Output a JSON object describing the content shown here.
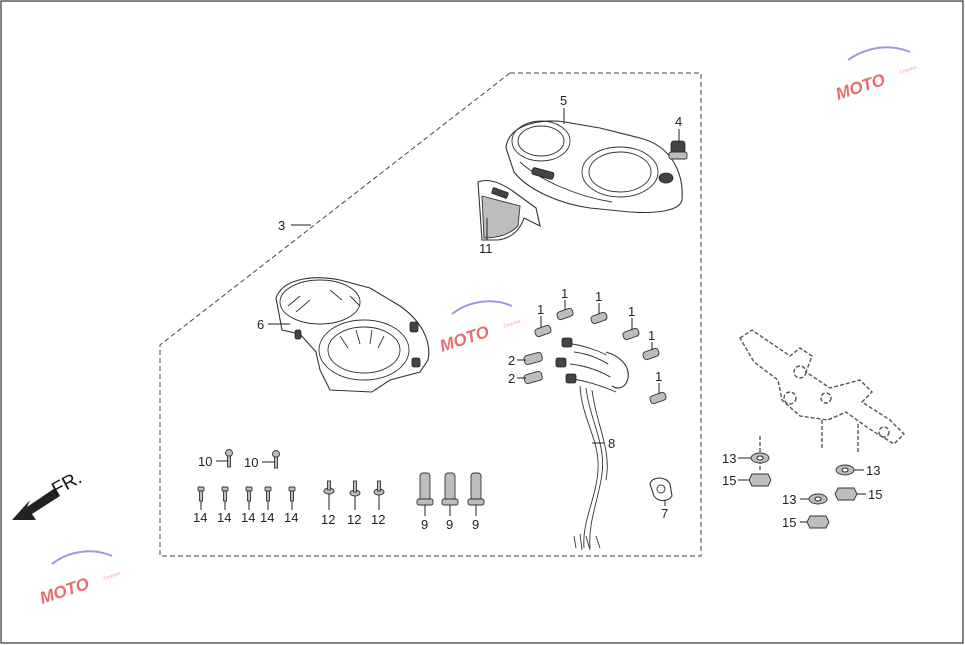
{
  "callouts": {
    "n1": "1",
    "n2": "2",
    "n3": "3",
    "n4": "4",
    "n5": "5",
    "n6": "6",
    "n7": "7",
    "n8": "8",
    "n9": "9",
    "n10": "10",
    "n11": "11",
    "n12": "12",
    "n13": "13",
    "n14": "14",
    "n15": "15"
  },
  "direction_label": "FR.",
  "watermark": {
    "text": "MOTO",
    "subtext": "Ceantre"
  }
}
